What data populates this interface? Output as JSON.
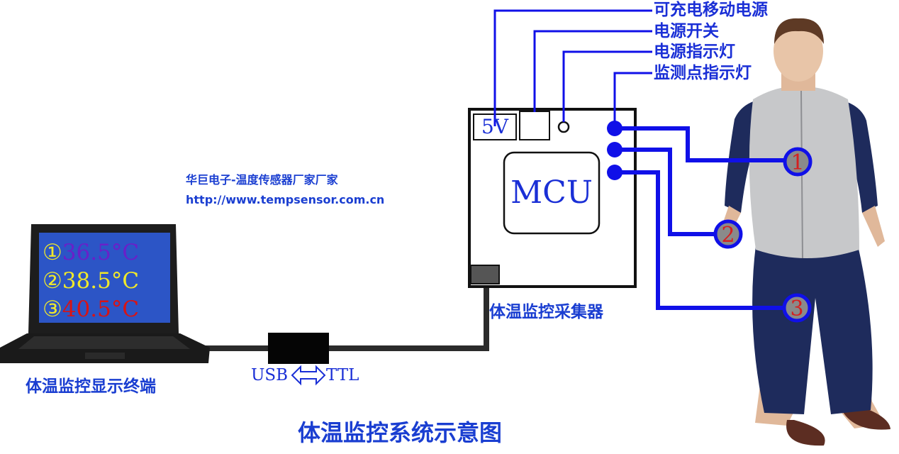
{
  "title": "体温监控系统示意图",
  "company": {
    "name": "华巨电子-温度传感器厂家厂家",
    "url": "http://www.tempsensor.com.cn"
  },
  "labels": {
    "power_bank": "可充电移动电源",
    "power_switch": "电源开关",
    "power_led": "电源指示灯",
    "point_led": "监测点指示灯"
  },
  "collector": {
    "name": "体温监控采集器",
    "mcu": "MCU",
    "voltage": "5V"
  },
  "terminal": {
    "name": "体温监控显示终端",
    "readings": [
      {
        "index": "①",
        "value": "36.5",
        "unit": "°C",
        "color": "#6a1fc9"
      },
      {
        "index": "②",
        "value": "38.5",
        "unit": "°C",
        "color": "#f0e82a"
      },
      {
        "index": "③",
        "value": "40.5",
        "unit": "°C",
        "color": "#d81414"
      }
    ]
  },
  "converter": {
    "left": "USB",
    "right": "TTL"
  },
  "points": [
    "1",
    "2",
    "3"
  ],
  "colors": {
    "wire_blue": "#1010e8",
    "label_blue": "#1a2fd6",
    "point_red": "#d42020",
    "cable": "#2b2b2b"
  }
}
